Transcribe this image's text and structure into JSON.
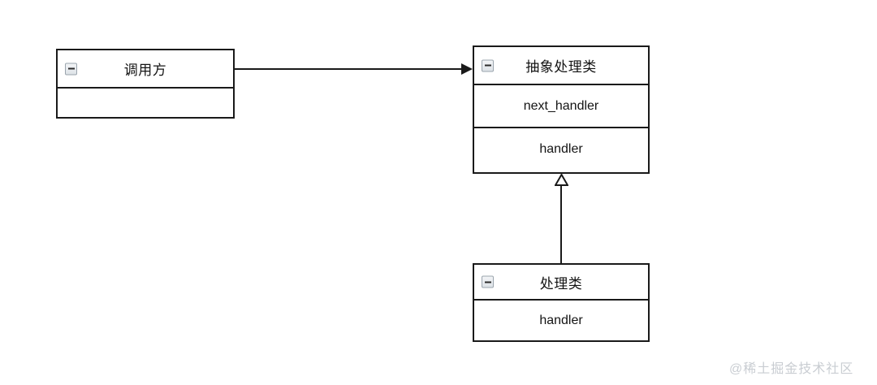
{
  "diagram": {
    "type": "uml-class-diagram",
    "background_color": "#ffffff",
    "line_color": "#1a1a1a",
    "text_color": "#141414",
    "classes": [
      {
        "id": "caller",
        "name": "调用方",
        "icon": "collapse-minus-icon",
        "rows": [
          ""
        ]
      },
      {
        "id": "abstract-handler",
        "name": "抽象处理类",
        "icon": "collapse-minus-icon",
        "rows": [
          "next_handler",
          "handler"
        ]
      },
      {
        "id": "handler",
        "name": "处理类",
        "icon": "collapse-minus-icon",
        "rows": [
          "handler"
        ]
      }
    ],
    "relations": [
      {
        "id": "caller-to-abstract",
        "kind": "association",
        "arrow": "filled-arrow",
        "from": "caller",
        "to": "abstract-handler"
      },
      {
        "id": "handler-to-abstract",
        "kind": "generalization",
        "arrow": "hollow-triangle",
        "from": "handler",
        "to": "abstract-handler"
      }
    ]
  },
  "watermark": {
    "text": "@稀土掘金技术社区",
    "color": "#c9cdd2"
  }
}
